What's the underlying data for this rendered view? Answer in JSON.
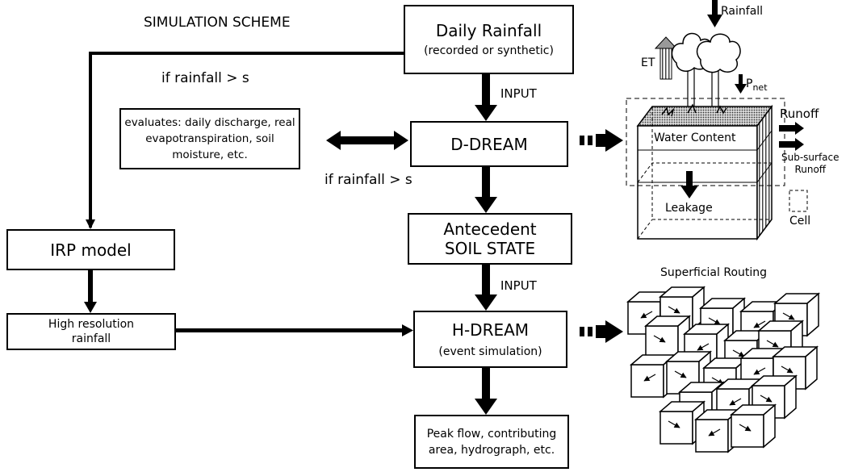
{
  "title": "SIMULATION SCHEME",
  "condition_left": "if rainfall > s",
  "condition_center": "if rainfall > s",
  "input_label_1": "INPUT",
  "input_label_2": "INPUT",
  "daily_rainfall": {
    "title": "Daily Rainfall",
    "subtitle": "(recorded or synthetic)"
  },
  "d_dream": {
    "title": "D-DREAM"
  },
  "evaluates": {
    "text": "evaluates: daily discharge, real evapotranspiration, soil moisture, etc."
  },
  "antecedent": {
    "line1": "Antecedent",
    "line2": "SOIL STATE"
  },
  "irp_model": {
    "title": "IRP model"
  },
  "high_res": {
    "text": "High resolution rainfall"
  },
  "h_dream": {
    "title": "H-DREAM",
    "subtitle": "(event simulation)"
  },
  "outputs": {
    "text": "Peak flow, contributing area, hydrograph, etc."
  },
  "cell_diagram": {
    "rainfall": "Rainfall",
    "et": "ET",
    "pnet_main": "P",
    "pnet_sub": "net",
    "runoff": "Runoff",
    "water_content": "Water Content",
    "subsurface_line1": "Sub-surface",
    "subsurface_line2": "Runoff",
    "leakage": "Leakage",
    "cell": "Cell"
  },
  "routing_title": "Superficial Routing"
}
